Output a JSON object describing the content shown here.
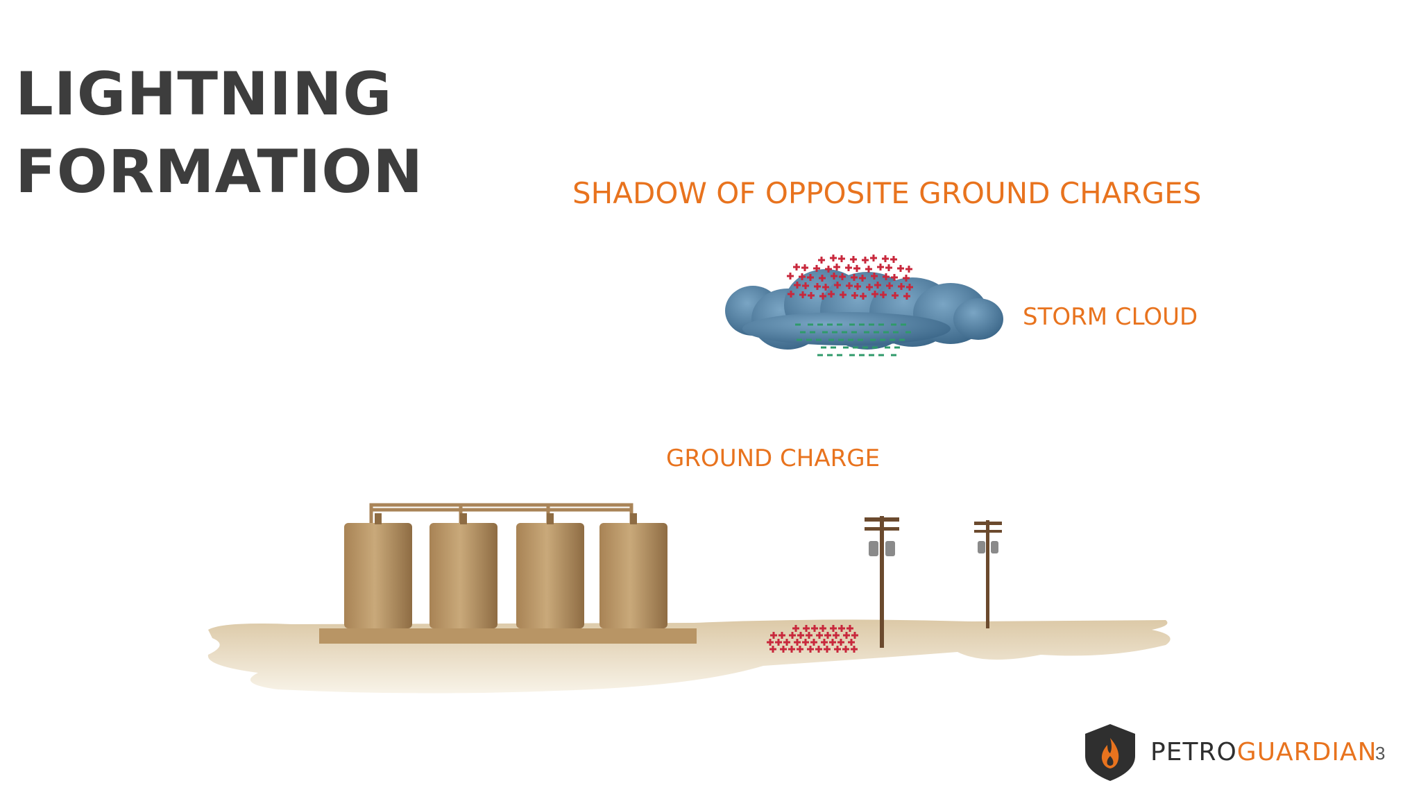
{
  "title": {
    "line1": "LIGHTNING",
    "line2": "FORMATION"
  },
  "labels": {
    "shadow": "SHADOW OF OPPOSITE GROUND CHARGES",
    "storm_cloud": "STORM CLOUD",
    "ground_charge": "GROUND CHARGE"
  },
  "brand": {
    "part1": "PETRO",
    "part2": "GUARDIAN"
  },
  "page_number": "3",
  "colors": {
    "accent": "#e8731e",
    "title": "#3d3d3d",
    "positive_charge": "#c8283c",
    "negative_charge": "#2f9a6a",
    "cloud": "#4f7fa3",
    "tank": "#b89565",
    "ground": "#efe6d3"
  }
}
